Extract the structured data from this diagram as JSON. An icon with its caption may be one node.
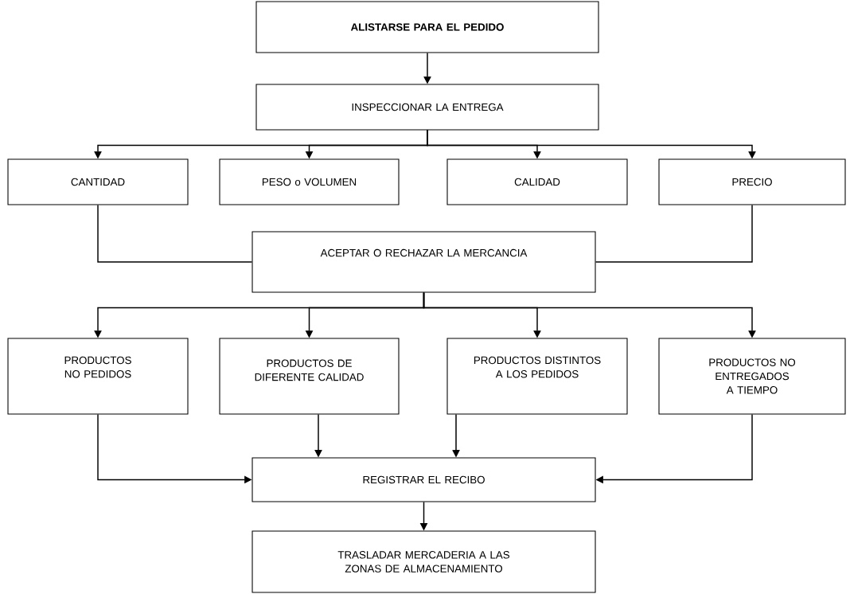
{
  "diagram": {
    "nodes": [
      {
        "text": [
          "ALISTARSE PARA EL PEDIDO"
        ]
      },
      {
        "text": [
          "INSPECCIONAR LA ENTREGA"
        ]
      },
      {
        "text": [
          "CANTIDAD"
        ]
      },
      {
        "text": [
          "PESO o VOLUMEN"
        ]
      },
      {
        "text": [
          "CALIDAD"
        ]
      },
      {
        "text": [
          "PRECIO"
        ]
      },
      {
        "text": [
          "ACEPTAR O RECHAZAR LA MERCANCIA"
        ]
      },
      {
        "text": [
          "PRODUCTOS NO PEDIDOS"
        ]
      },
      {
        "text": [
          "PRODUCTOS DE DIFERENTE CALIDAD"
        ]
      },
      {
        "text": [
          "PRODUCTOS DISTINTOS A LOS PEDIDOS"
        ]
      },
      {
        "text": [
          "PRODUCTOS NO ENTREGADOS A TIEMPO"
        ]
      },
      {
        "text": [
          "REGISTRAR EL RECIBO"
        ]
      },
      {
        "text": [
          "TRASLADAR MERCADERIA A LAS ZONAS DE ALMACENAMIENTO"
        ]
      }
    ],
    "edges": [
      {
        "from": 0,
        "to": 1,
        "arrow": "to"
      },
      {
        "from": 1,
        "to": 2,
        "arrow": "to"
      },
      {
        "from": 1,
        "to": 3,
        "arrow": "to"
      },
      {
        "from": 1,
        "to": 4,
        "arrow": "to"
      },
      {
        "from": 1,
        "to": 5,
        "arrow": "to"
      },
      {
        "from": 2,
        "to": 6,
        "arrow": "none"
      },
      {
        "from": 5,
        "to": 6,
        "arrow": "none"
      },
      {
        "from": 6,
        "to": 7,
        "arrow": "to"
      },
      {
        "from": 6,
        "to": 8,
        "arrow": "to"
      },
      {
        "from": 6,
        "to": 9,
        "arrow": "to"
      },
      {
        "from": 6,
        "to": 10,
        "arrow": "to"
      },
      {
        "from": 7,
        "to": 11,
        "arrow": "to"
      },
      {
        "from": 8,
        "to": 11,
        "arrow": "to"
      },
      {
        "from": 9,
        "to": 11,
        "arrow": "to"
      },
      {
        "from": 10,
        "to": 11,
        "arrow": "to"
      },
      {
        "from": 11,
        "to": 12,
        "arrow": "to"
      }
    ]
  }
}
